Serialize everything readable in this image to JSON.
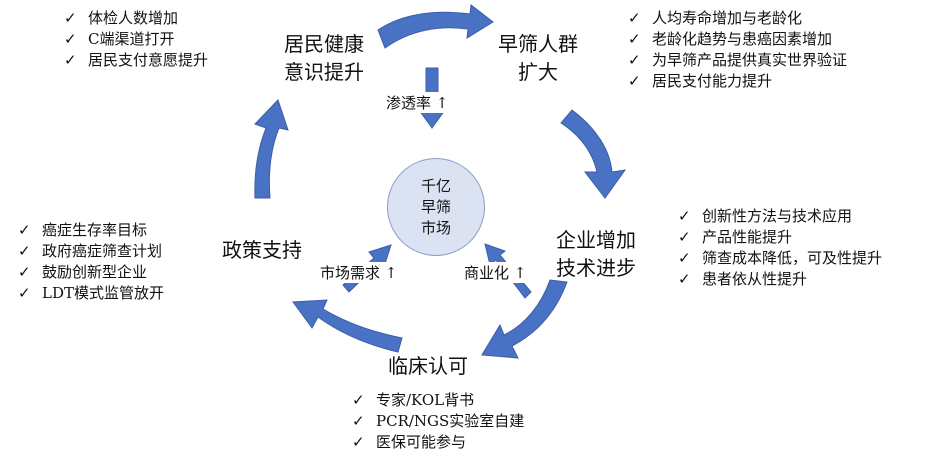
{
  "center": {
    "lines": [
      "千亿",
      "早筛",
      "市场"
    ]
  },
  "nodes": {
    "health_awareness": [
      "居民健康",
      "意识提升"
    ],
    "population": [
      "早筛人群",
      "扩大"
    ],
    "tech_progress": [
      "企业增加",
      "技术进步"
    ],
    "clinical": [
      "临床认可"
    ],
    "policy": [
      "政策支持"
    ]
  },
  "inner_labels": {
    "penetration": "渗透率 ↑",
    "market_demand": "市场需求 ↑",
    "commercialization": "商业化 ↑"
  },
  "check_glyph": "✓",
  "lists": {
    "health_awareness": [
      "体检人数增加",
      "C端渠道打开",
      "居民支付意愿提升"
    ],
    "population": [
      "人均寿命增加与老龄化",
      "老龄化趋势与患癌因素增加",
      "为早筛产品提供真实世界验证",
      "居民支付能力提升"
    ],
    "tech_progress": [
      "创新性方法与技术应用",
      "产品性能提升",
      "筛查成本降低，可及性提升",
      "患者依从性提升"
    ],
    "clinical": [
      "专家/KOL背书",
      "PCR/NGS实验室自建",
      "医保可能参与"
    ],
    "policy": [
      "癌症生存率目标",
      "政府癌症筛查计划",
      "鼓励创新型企业",
      "LDT模式监管放开"
    ]
  },
  "colors": {
    "arrow_fill": "#4a72c4",
    "arrow_stroke": "#3a5ea8",
    "center_fill": "#dbe3f3",
    "center_stroke": "#8a9cc8"
  }
}
